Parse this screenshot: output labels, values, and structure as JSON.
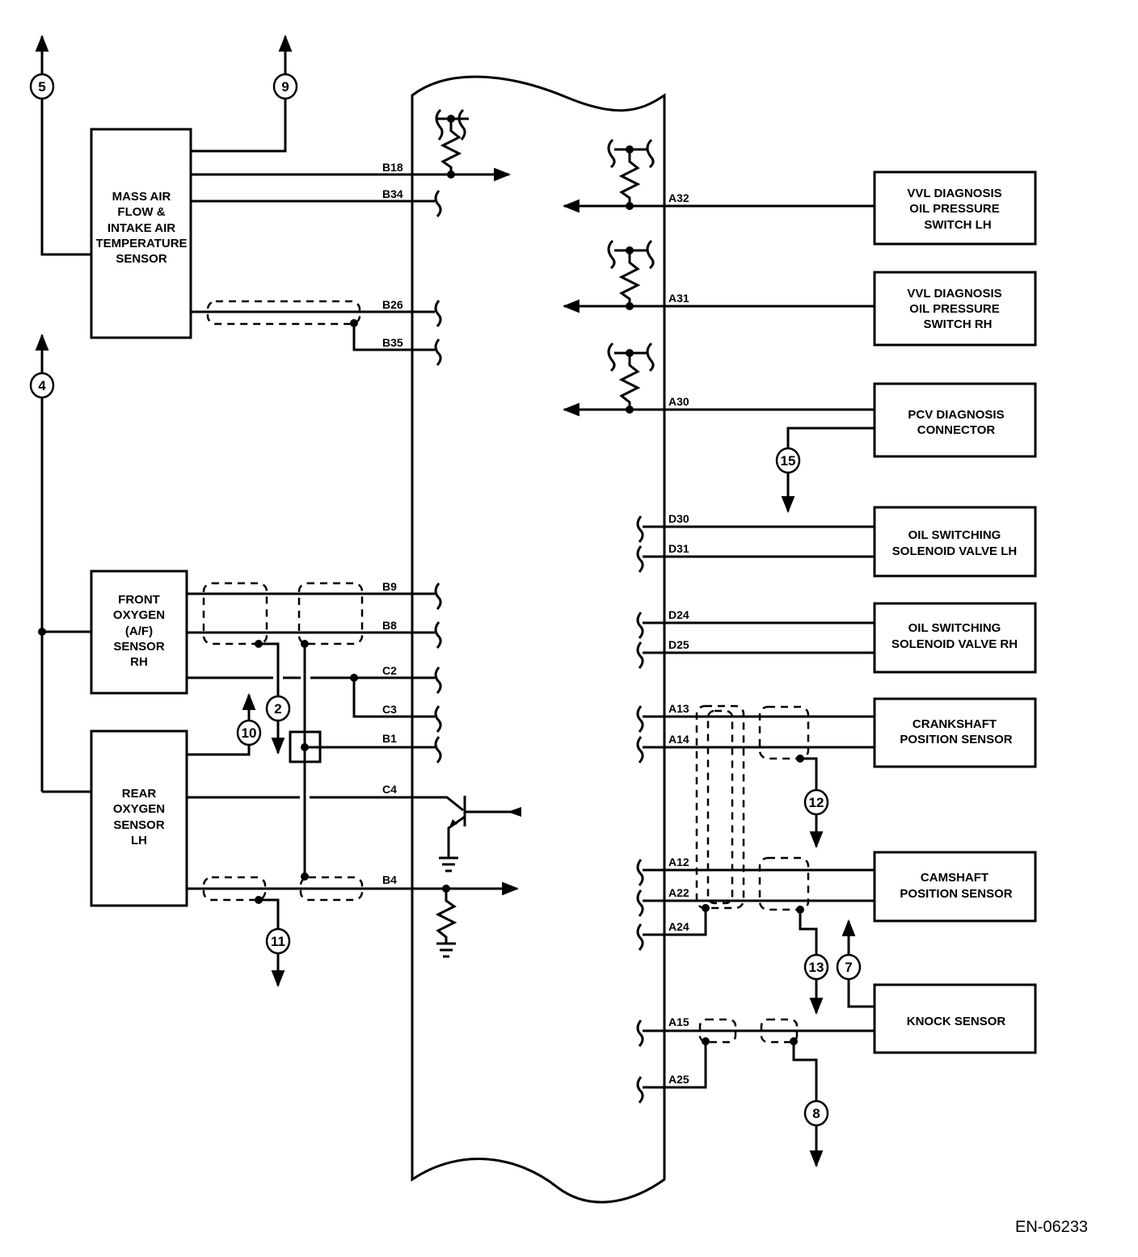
{
  "diagram": {
    "code": "EN-06233",
    "components": {
      "maf": [
        "MASS AIR",
        "FLOW &",
        "INTAKE AIR",
        "TEMPERATURE",
        "SENSOR"
      ],
      "front_o2": [
        "FRONT",
        "OXYGEN",
        "(A/F)",
        "SENSOR",
        "RH"
      ],
      "rear_o2": [
        "REAR",
        "OXYGEN",
        "SENSOR",
        "LH"
      ],
      "vvl_lh": [
        "VVL DIAGNOSIS",
        "OIL PRESSURE",
        "SWITCH LH"
      ],
      "vvl_rh": [
        "VVL DIAGNOSIS",
        "OIL PRESSURE",
        "SWITCH RH"
      ],
      "pcv": [
        "PCV DIAGNOSIS",
        "CONNECTOR"
      ],
      "osv_lh": [
        "OIL SWITCHING",
        "SOLENOID VALVE LH"
      ],
      "osv_rh": [
        "OIL SWITCHING",
        "SOLENOID VALVE RH"
      ],
      "crank": [
        "CRANKSHAFT",
        "POSITION SENSOR"
      ],
      "cam": [
        "CAMSHAFT",
        "POSITION SENSOR"
      ],
      "knock": [
        "KNOCK SENSOR"
      ]
    },
    "pins": {
      "b18": "B18",
      "b34": "B34",
      "b26": "B26",
      "b35": "B35",
      "b9": "B9",
      "b8": "B8",
      "c2": "C2",
      "c3": "C3",
      "b1": "B1",
      "c4": "C4",
      "b4": "B4",
      "a32": "A32",
      "a31": "A31",
      "a30": "A30",
      "d30": "D30",
      "d31": "D31",
      "d24": "D24",
      "d25": "D25",
      "a13": "A13",
      "a14": "A14",
      "a12": "A12",
      "a22": "A22",
      "a24": "A24",
      "a15": "A15",
      "a25": "A25"
    },
    "refs": {
      "r5": "5",
      "r9": "9",
      "r4": "4",
      "r2": "2",
      "r10": "10",
      "r11": "11",
      "r15": "15",
      "r12": "12",
      "r13": "13",
      "r7": "7",
      "r8": "8"
    }
  }
}
